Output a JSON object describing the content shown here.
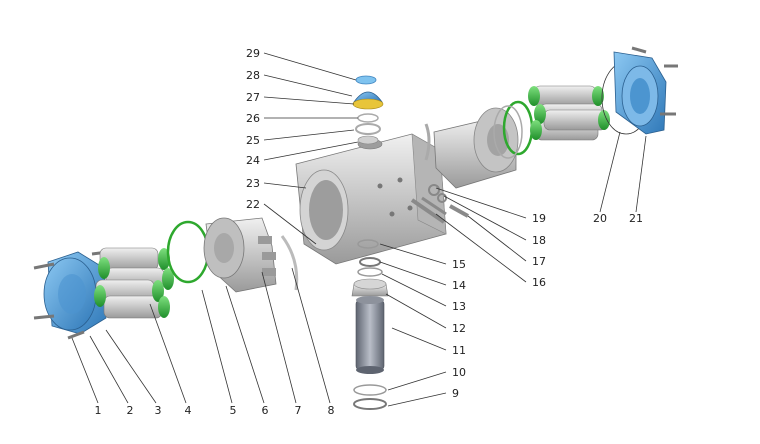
{
  "callouts": [
    {
      "id": "1",
      "text": "1"
    },
    {
      "id": "2",
      "text": "2"
    },
    {
      "id": "3",
      "text": "3"
    },
    {
      "id": "4",
      "text": "4"
    },
    {
      "id": "5",
      "text": "5"
    },
    {
      "id": "6",
      "text": "6"
    },
    {
      "id": "7",
      "text": "7"
    },
    {
      "id": "8",
      "text": "8"
    },
    {
      "id": "9",
      "text": "9"
    },
    {
      "id": "10",
      "text": "10"
    },
    {
      "id": "11",
      "text": "11"
    },
    {
      "id": "12",
      "text": "12"
    },
    {
      "id": "13",
      "text": "13"
    },
    {
      "id": "14",
      "text": "14"
    },
    {
      "id": "15",
      "text": "15"
    },
    {
      "id": "16",
      "text": "16"
    },
    {
      "id": "17",
      "text": "17"
    },
    {
      "id": "18",
      "text": "18"
    },
    {
      "id": "19",
      "text": "19"
    },
    {
      "id": "20",
      "text": "20"
    },
    {
      "id": "21",
      "text": "21"
    },
    {
      "id": "22",
      "text": "22"
    },
    {
      "id": "23",
      "text": "23"
    },
    {
      "id": "24",
      "text": "24"
    },
    {
      "id": "25",
      "text": "25"
    },
    {
      "id": "26",
      "text": "26"
    },
    {
      "id": "27",
      "text": "27"
    },
    {
      "id": "28",
      "text": "28"
    },
    {
      "id": "29",
      "text": "29"
    }
  ],
  "colors": {
    "endcap": "#5aa7e0",
    "endcap_dark": "#2f78b8",
    "spring_green": "#3fbf3f",
    "metal": "#c9c9c9",
    "metal_dark": "#8a8a8a",
    "indicator_yellow": "#e8c53a"
  }
}
